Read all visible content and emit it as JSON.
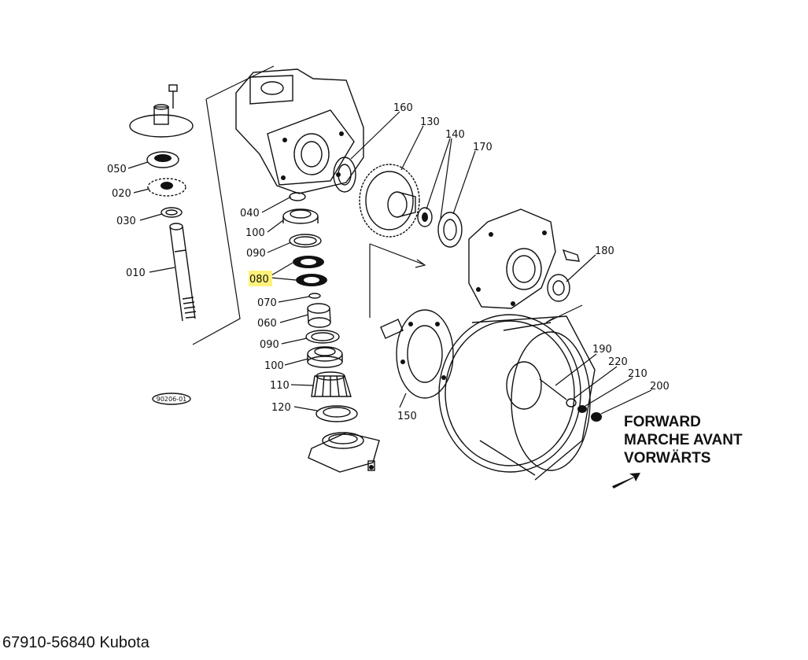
{
  "diagram": {
    "drawing_code": "90206-01",
    "highlighted_part": "080",
    "highlight_color": "#fff27a",
    "parts": [
      {
        "id": "p010",
        "label": "010"
      },
      {
        "id": "p020",
        "label": "020"
      },
      {
        "id": "p030",
        "label": "030"
      },
      {
        "id": "p040",
        "label": "040"
      },
      {
        "id": "p050",
        "label": "050"
      },
      {
        "id": "p060",
        "label": "060"
      },
      {
        "id": "p070",
        "label": "070"
      },
      {
        "id": "p080",
        "label": "080"
      },
      {
        "id": "p090a",
        "label": "090"
      },
      {
        "id": "p090b",
        "label": "090"
      },
      {
        "id": "p100a",
        "label": "100"
      },
      {
        "id": "p100b",
        "label": "100"
      },
      {
        "id": "p110",
        "label": "110"
      },
      {
        "id": "p120",
        "label": "120"
      },
      {
        "id": "p130",
        "label": "130"
      },
      {
        "id": "p140",
        "label": "140"
      },
      {
        "id": "p150",
        "label": "150"
      },
      {
        "id": "p160",
        "label": "160"
      },
      {
        "id": "p170",
        "label": "170"
      },
      {
        "id": "p180",
        "label": "180"
      },
      {
        "id": "p190",
        "label": "190"
      },
      {
        "id": "p200",
        "label": "200"
      },
      {
        "id": "p210",
        "label": "210"
      },
      {
        "id": "p220",
        "label": "220"
      }
    ],
    "direction": {
      "line1": "FORWARD",
      "line2": "MARCHE AVANT",
      "line3": "VORWÄRTS"
    }
  },
  "caption": "67910-56840 Kubota"
}
